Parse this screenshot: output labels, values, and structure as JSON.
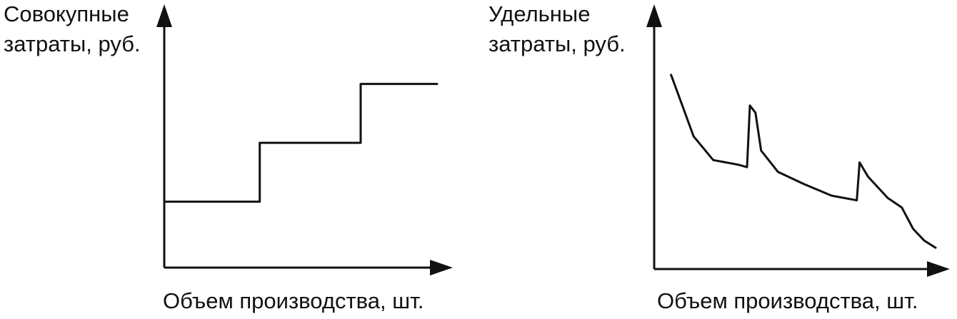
{
  "chart_data": [
    {
      "type": "line",
      "ylabel_lines": [
        "Совокупные",
        "затраты, руб."
      ],
      "xlabel": "Объем производства, шт.",
      "xlim": [
        0,
        10
      ],
      "ylim": [
        0,
        10
      ],
      "series": [
        {
          "values": [
            [
              0,
              2.8
            ],
            [
              3.5,
              2.8
            ],
            [
              3.5,
              5.3
            ],
            [
              7.2,
              5.3
            ],
            [
              7.2,
              7.8
            ],
            [
              10,
              7.8
            ]
          ]
        }
      ]
    },
    {
      "type": "line",
      "ylabel_lines": [
        "Удельные",
        "затраты, руб."
      ],
      "xlabel": "Объем производства, шт.",
      "xlim": [
        0,
        10
      ],
      "ylim": [
        0,
        10
      ],
      "series": [
        {
          "values": [
            [
              0.6,
              8.2
            ],
            [
              1.0,
              6.9
            ],
            [
              1.4,
              5.6
            ],
            [
              2.1,
              4.6
            ],
            [
              3.0,
              4.4
            ],
            [
              3.3,
              4.3
            ],
            [
              3.4,
              6.9
            ],
            [
              3.6,
              6.6
            ],
            [
              3.8,
              5.0
            ],
            [
              4.4,
              4.1
            ],
            [
              5.3,
              3.6
            ],
            [
              6.3,
              3.1
            ],
            [
              7.2,
              2.9
            ],
            [
              7.3,
              4.5
            ],
            [
              7.6,
              3.9
            ],
            [
              8.3,
              3.0
            ],
            [
              8.8,
              2.6
            ],
            [
              9.2,
              1.7
            ],
            [
              9.6,
              1.2
            ],
            [
              10.0,
              0.9
            ]
          ]
        }
      ]
    }
  ]
}
